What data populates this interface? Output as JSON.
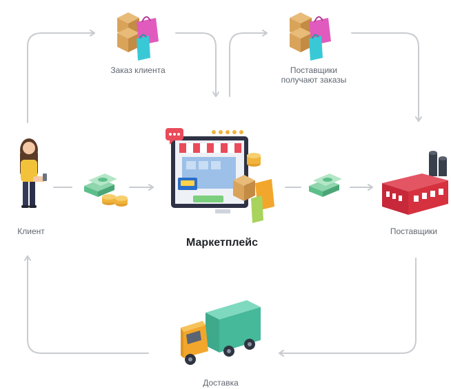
{
  "nodes": {
    "client": {
      "label": "Клиент",
      "icon": "woman-with-phone-icon"
    },
    "order": {
      "label": "Заказ клиента",
      "icon": "boxes-and-shopping-bags-icon"
    },
    "marketplace": {
      "label": "Маркетплейс",
      "icon": "online-store-monitor-icon"
    },
    "suppliers_receive": {
      "label_lines": [
        "Поставщики",
        "получают заказы"
      ],
      "icon": "boxes-and-shopping-bags-icon"
    },
    "suppliers": {
      "label": "Поставщики",
      "icon": "factory-icon"
    },
    "delivery": {
      "label": "Доставка",
      "icon": "delivery-truck-icon"
    }
  },
  "payment_icons": [
    "money-and-coins-icon",
    "money-bundle-icon"
  ],
  "colors": {
    "arrow": "#c8cbcf",
    "box": "#d9a35a",
    "bag_pink": "#e05bbd",
    "bag_cyan": "#39c9d6",
    "money": "#5cbf8a",
    "coin": "#f0b43c",
    "factory_red": "#d6313e",
    "truck_teal": "#45b99a",
    "truck_cab": "#f2a72c",
    "person_shirt": "#f2c33a"
  }
}
